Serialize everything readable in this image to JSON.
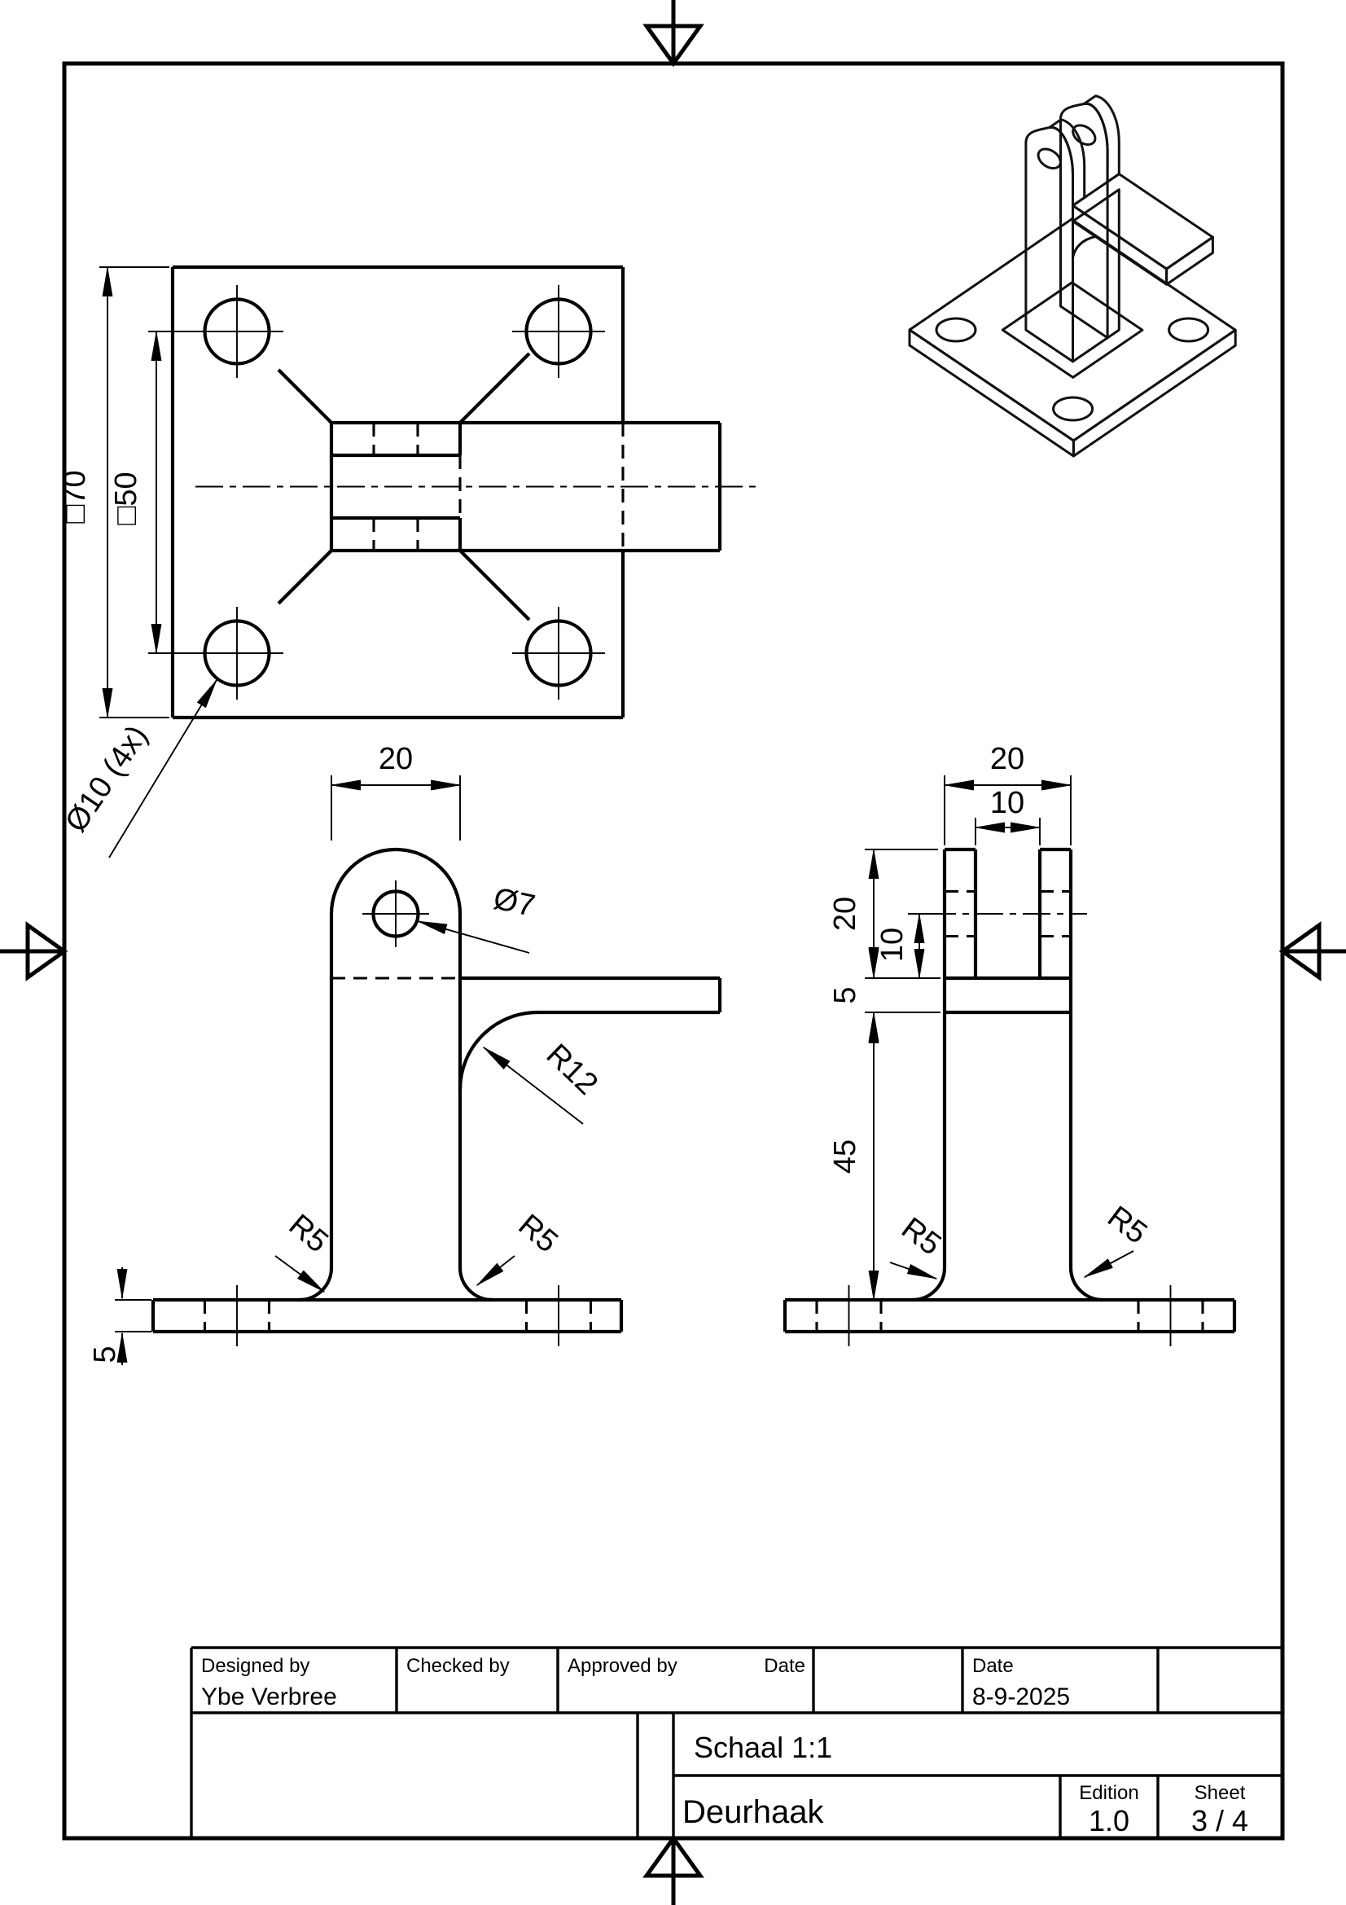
{
  "title_block": {
    "designed_by_label": "Designed by",
    "designed_by_value": "Ybe Verbree",
    "checked_by_label": "Checked by",
    "approved_by_label": "Approved by",
    "approved_date_label": "Date",
    "date_label": "Date",
    "date_value": "8-9-2025",
    "scale_text": "Schaal 1:1",
    "title_text": "Deurhaak",
    "edition_label": "Edition",
    "edition_value": "1.0",
    "sheet_label": "Sheet",
    "sheet_value": "3 / 4"
  },
  "views": {
    "top_view": {
      "dim_outer": "□70",
      "dim_hole_pitch": "□50",
      "dim_holes": "Ø10 (4x)"
    },
    "front_view": {
      "dim_width": "20",
      "dim_hole": "Ø7",
      "dim_fillet_r12": "R12",
      "dim_fillet_left": "R5",
      "dim_fillet_right": "R5",
      "dim_base_thickness": "5"
    },
    "side_view": {
      "dim_fork_outer": "20",
      "dim_slot": "10",
      "dim_fork_height": "20",
      "dim_hole_offset": "10",
      "dim_tab_thickness": "5",
      "dim_post_height": "45",
      "dim_fillet_left": "R5",
      "dim_fillet_right": "R5"
    }
  },
  "colors": {
    "line": "#000000",
    "iso_top": "#dedede",
    "iso_left": "#c9c9c9",
    "iso_right": "#b0b0b0",
    "iso_hole": "#8a8a8a"
  }
}
